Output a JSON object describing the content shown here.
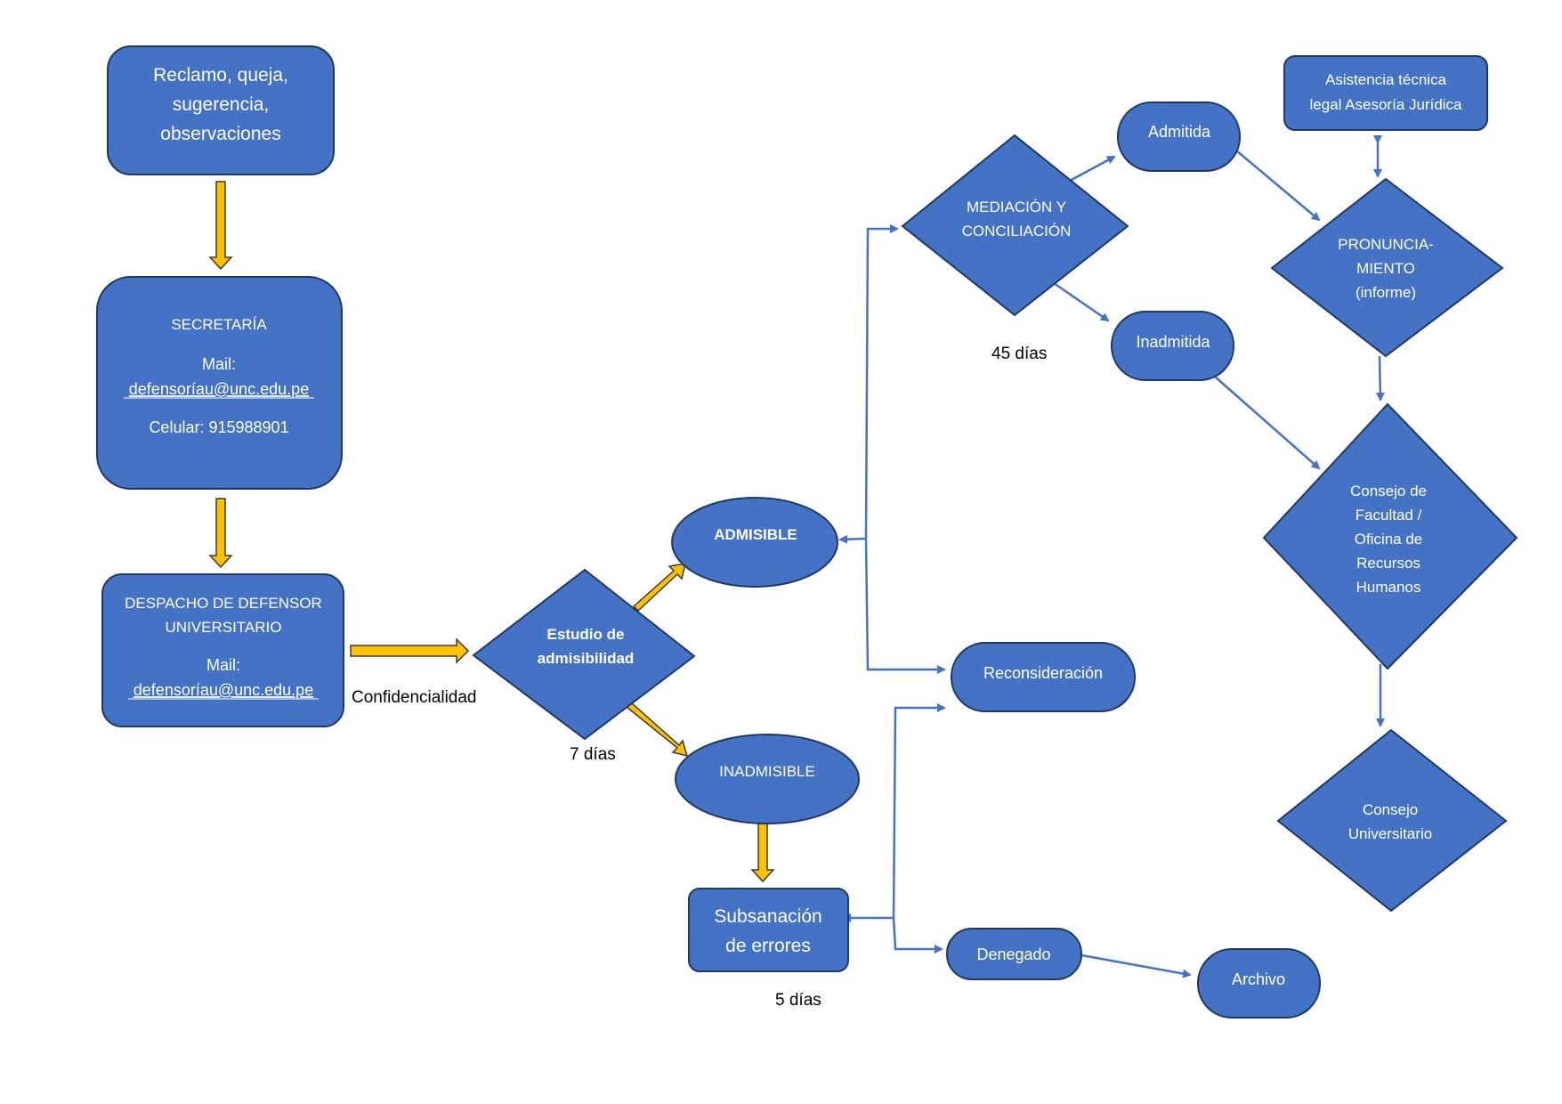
{
  "colors": {
    "shape_fill": "#4472C4",
    "shape_stroke": "#1F3864",
    "block_arrow": "#FFC000",
    "block_arrow_stroke": "#3A3A3A",
    "connector": "#4472C4",
    "text_on_shape": "#FFFFFF",
    "caption_text": "#000000"
  },
  "nodes": {
    "reclamo": {
      "lines": [
        "Reclamo, queja,",
        "sugerencia,",
        "observaciones"
      ]
    },
    "secretaria": {
      "title": "SECRETARÍA",
      "mail_label": "Mail:",
      "mail": "defensoríau@unc.edu.pe",
      "phone": "Celular: 915988901"
    },
    "despacho": {
      "title_1": "DESPACHO DE DEFENSOR",
      "title_2": "UNIVERSITARIO",
      "mail_label": "Mail:",
      "mail": "defensoríau@unc.edu.pe"
    },
    "estudio": {
      "lines": [
        "Estudio de",
        "admisibilidad"
      ]
    },
    "admisible": {
      "label": "ADMISIBLE"
    },
    "inadmisible": {
      "label": "INADMISIBLE"
    },
    "subsanacion": {
      "lines": [
        "Subsanación",
        "de errores"
      ]
    },
    "mediacion": {
      "lines": [
        "MEDIACIÓN Y",
        "CONCILIACIÓN"
      ]
    },
    "admitida": {
      "label": "Admitida"
    },
    "inadmitida": {
      "label": "Inadmitida"
    },
    "asistencia": {
      "lines": [
        "Asistencia técnica",
        "legal Asesoría Jurídica"
      ]
    },
    "pronunciamiento": {
      "lines": [
        "PRONUNCIA-",
        "MIENTO",
        "(informe)"
      ]
    },
    "consejo_facultad": {
      "lines": [
        "Consejo de",
        "Facultad /",
        "Oficina de",
        "Recursos",
        "Humanos"
      ]
    },
    "consejo_universitario": {
      "lines": [
        "Consejo",
        "Universitario"
      ]
    },
    "reconsideracion": {
      "label": "Reconsideración"
    },
    "denegado": {
      "label": "Denegado"
    },
    "archivo": {
      "label": "Archivo"
    }
  },
  "captions": {
    "confidencialidad": "Confidencialidad",
    "siete_dias": "7 días",
    "cinco_dias": "5 días",
    "cuarenta_cinco_dias": "45 días"
  }
}
